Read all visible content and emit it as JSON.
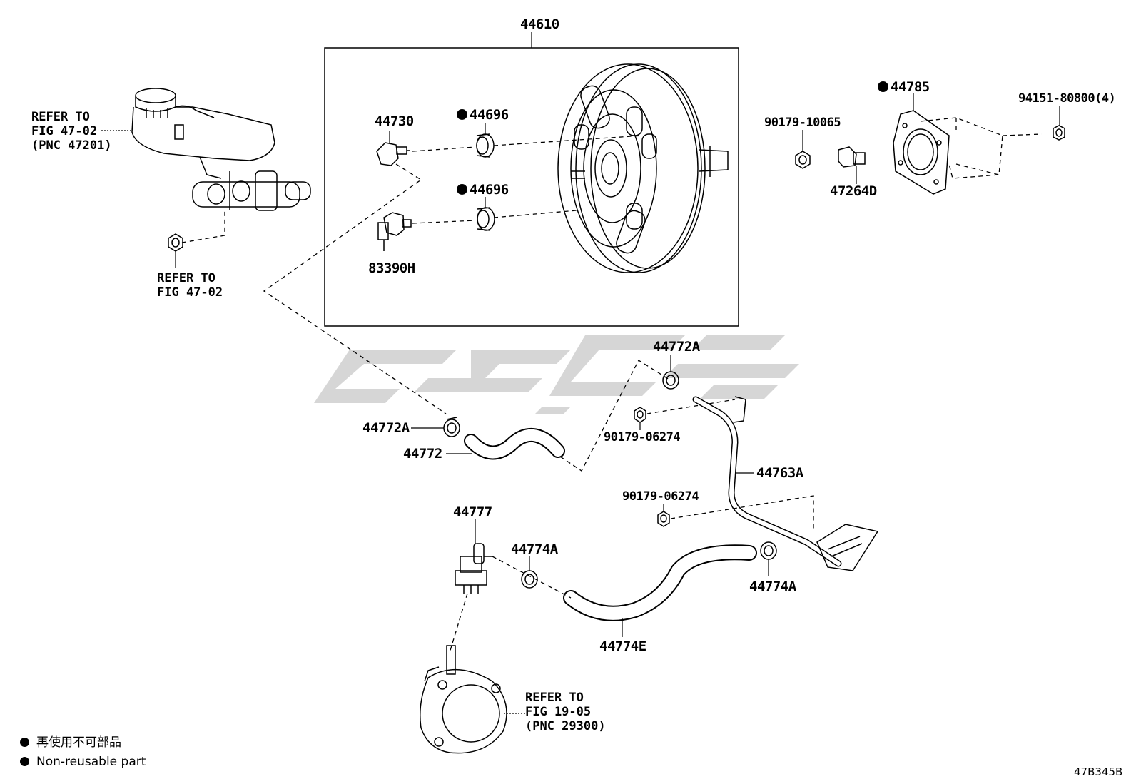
{
  "parts": {
    "p44610": "44610",
    "p44730": "44730",
    "p44696a": "44696",
    "p44696b": "44696",
    "p83390H": "83390H",
    "p44785": "44785",
    "p94151": "94151-80800(4)",
    "p90179_10065": "90179-10065",
    "p47264D": "47264D",
    "p44772A_top": "44772A",
    "p90179_06274a": "90179-06274",
    "p44772A_left": "44772A",
    "p44772": "44772",
    "p44763A": "44763A",
    "p90179_06274b": "90179-06274",
    "p44777": "44777",
    "p44774A_left": "44774A",
    "p44774A_right": "44774A",
    "p44774E": "44774E"
  },
  "refs": {
    "ref_master_cyl": "REFER TO\nFIG 47-02\n(PNC 47201)",
    "ref_nut": "REFER TO\nFIG 47-02",
    "ref_vacuum_pump": "REFER TO\nFIG 19-05\n(PNC 29300)"
  },
  "legend": {
    "jp": "再使用不可部品",
    "en": "Non-reusable part"
  },
  "figure_code": "47B345B",
  "colors": {
    "line": "#000000",
    "watermark": "#c8c8c8",
    "background": "#ffffff"
  }
}
